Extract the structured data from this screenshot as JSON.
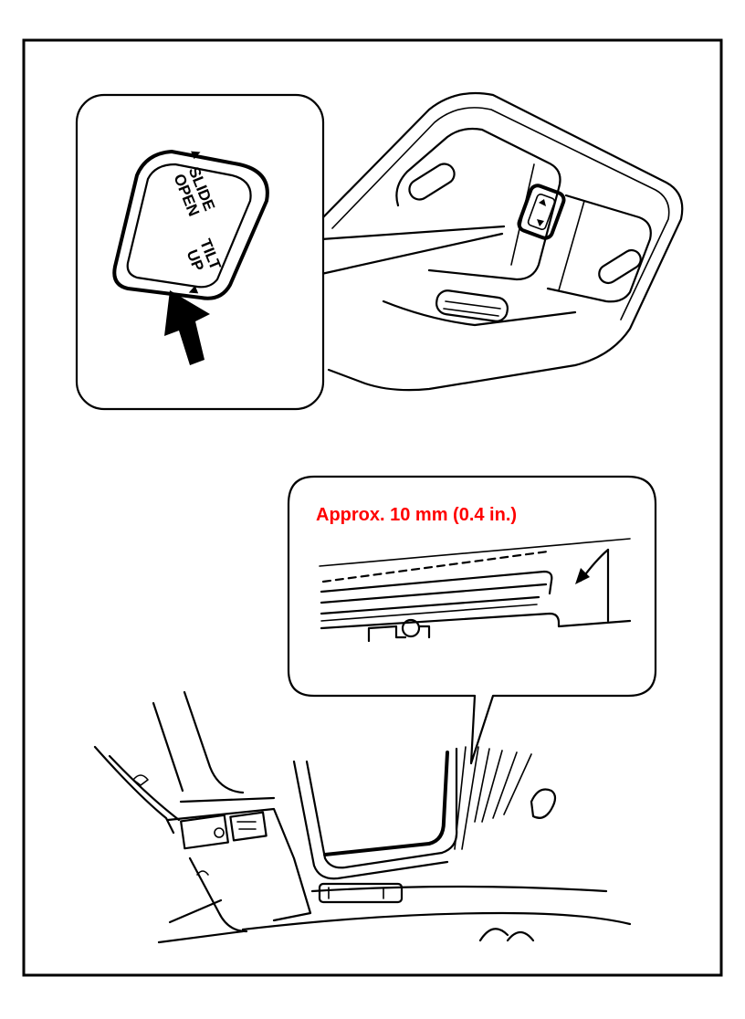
{
  "switch_labels": {
    "slide_line1": "SLIDE",
    "slide_line2": "OPEN",
    "tilt_line1": "TILT",
    "tilt_line2": "UP",
    "up_arrow": "▲",
    "down_arrow": "▼"
  },
  "measurement_label": "Approx. 10 mm (0.4 in.)",
  "colors": {
    "line": "#000000",
    "background": "#ffffff",
    "measurement_text": "#ff0000"
  }
}
